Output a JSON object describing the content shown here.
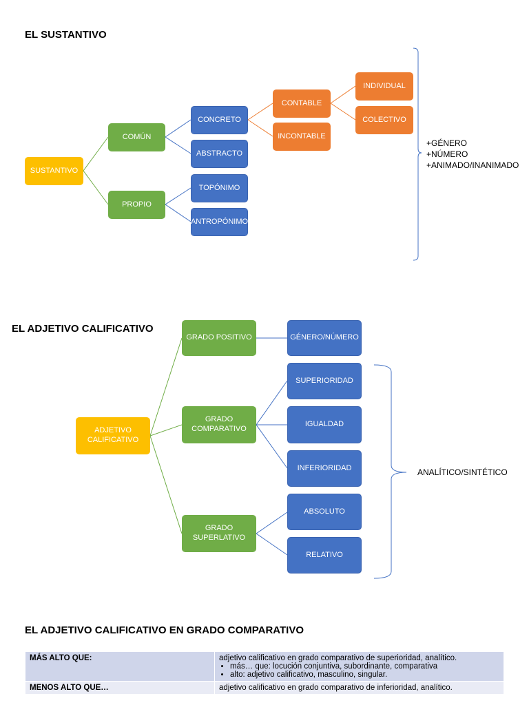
{
  "sustantivo": {
    "title": "EL SUSTANTIVO",
    "root": "SUSTANTIVO",
    "comun": "COMÚN",
    "propio": "PROPIO",
    "concreto": "CONCRETO",
    "abstracto": "ABSTRACTO",
    "toponimo": "TOPÓNIMO",
    "antroponimo": "ANTROPÓNIMO",
    "contable": "CONTABLE",
    "incontable": "INCONTABLE",
    "individual": "INDIVIDUAL",
    "colectivo": "COLECTIVO",
    "features": [
      "+GÉNERO",
      "+NÚMERO",
      "+ANIMADO/INANIMADO"
    ]
  },
  "adjetivo": {
    "title": "EL ADJETIVO CALIFICATIVO",
    "root": "ADJETIVO CALIFICATIVO",
    "positivo": "GRADO POSITIVO",
    "comparativo": "GRADO COMPARATIVO",
    "superlativo": "GRADO SUPERLATIVO",
    "genero_numero": "GÉNERO/NÚMERO",
    "superioridad": "SUPERIORIDAD",
    "igualdad": "IGUALDAD",
    "inferioridad": "INFERIORIDAD",
    "absoluto": "ABSOLUTO",
    "relativo": "RELATIVO",
    "note": "ANALÍTICO/SINTÉTICO"
  },
  "comparativo_table": {
    "title": "EL ADJETIVO CALIFICATIVO EN GRADO COMPARATIVO",
    "rows": [
      {
        "key": "MÁS ALTO QUE:",
        "desc": "adjetivo calificativo en grado comparativo de superioridad, analítico.",
        "bullets": [
          "más… que:  locución conjuntiva, subordinante, comparativa",
          "alto:  adjetivo calificativo, masculino, singular."
        ]
      },
      {
        "key": "MENOS ALTO QUE…",
        "desc": "adjetivo calificativo en grado comparativo de inferioridad, analítico.",
        "bullets": []
      }
    ]
  }
}
